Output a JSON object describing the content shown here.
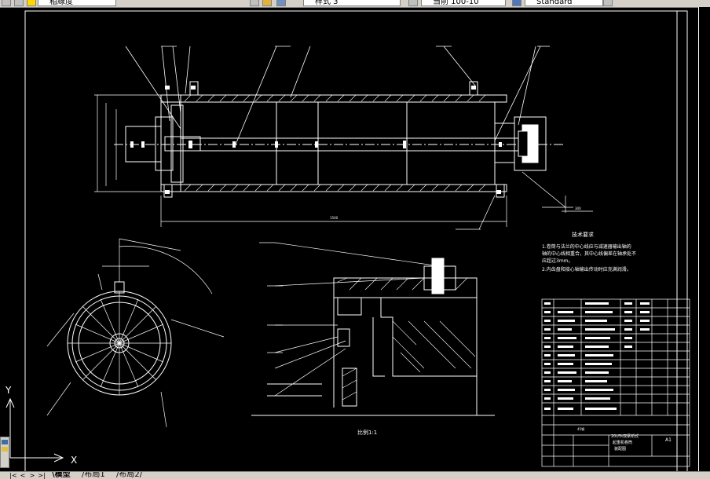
{
  "toolbar": {
    "layer_combo": "粗線度",
    "linetype_combo": "样式 3",
    "scale_combo": "当前 100-10",
    "style_combo": "Standard"
  },
  "tabs": {
    "model": "模型",
    "layout1": "布局1",
    "layout2": "布局2"
  },
  "ucs": {
    "x_label": "X",
    "y_label": "Y"
  },
  "drawing": {
    "tech_req_title": "技术要求",
    "tech_req_lines": [
      "1.卷筒与法兰的中心线应与减速器输出轴的",
      "  轴的中心线相重合，其中心线偏差在轴承处不",
      "  应超过3mm。",
      "2.内齿盘和接心轴输出传动时应充满润滑。"
    ],
    "scale_note": "比例1:1",
    "title_block": {
      "name_line1": "20t/5t双梁桥式",
      "name_line2": "起重机卷筒",
      "name_line3": "装配图",
      "sheet": "A1",
      "material": "45钢"
    },
    "dimension_bottom": "1500",
    "dimension_right": "300"
  },
  "colors": {
    "background": "#000000",
    "line": "#ffffff",
    "toolbar": "#d4d0c8"
  }
}
